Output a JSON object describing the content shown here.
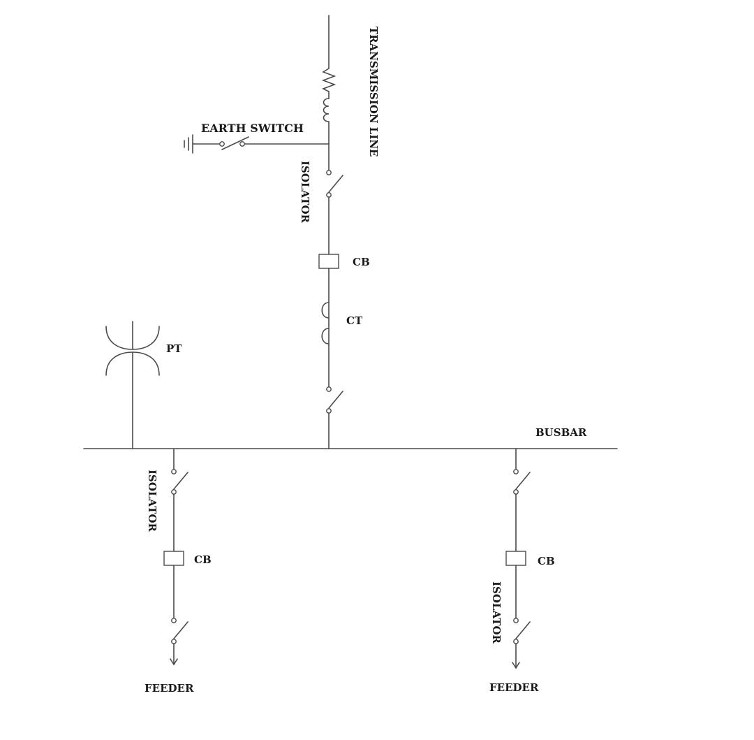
{
  "labels": {
    "transmission_line": "TRANSMISSION LINE",
    "earth_switch": "EARTH SWITCH",
    "isolator_top": "ISOLATOR",
    "cb_main": "CB",
    "ct": "CT",
    "pt": "PT",
    "busbar": "BUSBAR",
    "isolator_left": "ISOLATOR",
    "cb_left": "CB",
    "feeder_left": "FEEDER",
    "cb_right": "CB",
    "isolator_right": "ISOLATOR",
    "feeder_right": "FEEDER"
  },
  "colors": {
    "line": "#4a4a4a",
    "text": "#1a1a1a",
    "background": "#ffffff"
  }
}
